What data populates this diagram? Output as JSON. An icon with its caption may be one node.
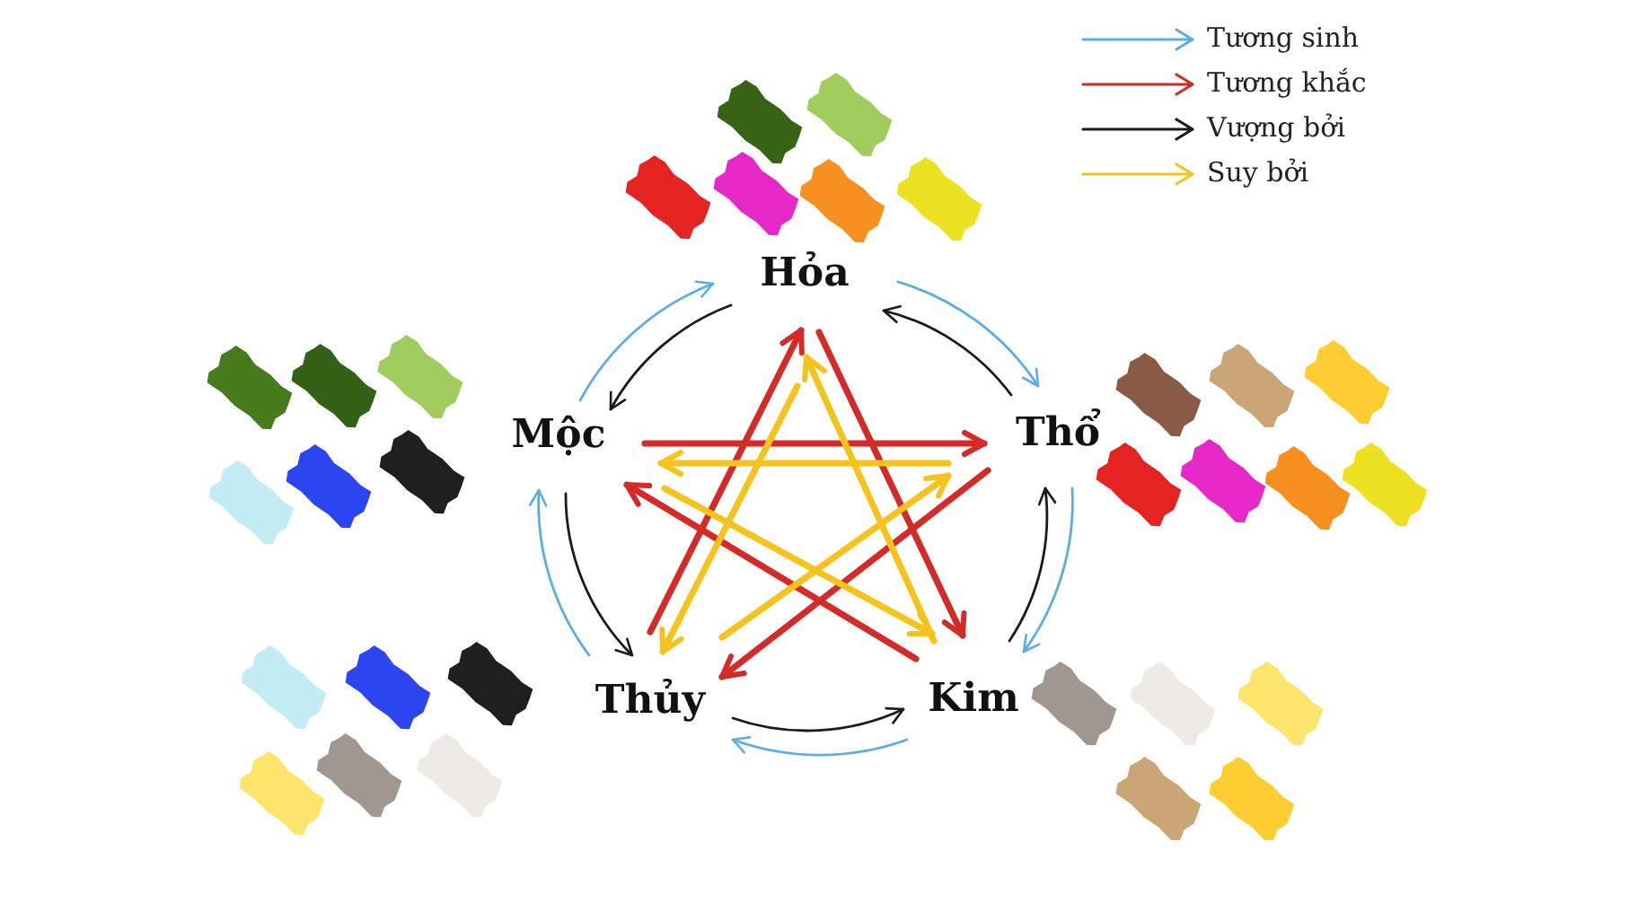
{
  "diagram": {
    "nodes": [
      {
        "text": [
          "Hỏa"
        ]
      },
      {
        "text": [
          "Mộc"
        ]
      },
      {
        "text": [
          "Thổ"
        ]
      },
      {
        "text": [
          "Thủy"
        ]
      },
      {
        "text": [
          "Kim"
        ]
      }
    ],
    "edges": [
      {
        "from": 1,
        "to": 0,
        "arrow": "to",
        "color": "#5aaee3"
      },
      {
        "from": 0,
        "to": 2,
        "arrow": "to",
        "color": "#5aaee3"
      },
      {
        "from": 2,
        "to": 4,
        "arrow": "to",
        "color": "#5aaee3"
      },
      {
        "from": 4,
        "to": 3,
        "arrow": "to",
        "color": "#5aaee3"
      },
      {
        "from": 3,
        "to": 1,
        "arrow": "to",
        "color": "#5aaee3"
      },
      {
        "from": 0,
        "to": 1,
        "arrow": "to",
        "color": "#1b1b1b"
      },
      {
        "from": 2,
        "to": 0,
        "arrow": "to",
        "color": "#1b1b1b"
      },
      {
        "from": 4,
        "to": 2,
        "arrow": "to",
        "color": "#1b1b1b"
      },
      {
        "from": 3,
        "to": 4,
        "arrow": "to",
        "color": "#1b1b1b"
      },
      {
        "from": 1,
        "to": 3,
        "arrow": "to",
        "color": "#1b1b1b"
      },
      {
        "from": 1,
        "to": 2,
        "arrow": "to",
        "style": "thick",
        "color": "#d42a28"
      },
      {
        "from": 2,
        "to": 3,
        "arrow": "to",
        "style": "thick",
        "color": "#d42a28"
      },
      {
        "from": 3,
        "to": 0,
        "arrow": "to",
        "style": "thick",
        "color": "#d42a28"
      },
      {
        "from": 0,
        "to": 4,
        "arrow": "to",
        "style": "thick",
        "color": "#d42a28"
      },
      {
        "from": 4,
        "to": 1,
        "arrow": "to",
        "style": "thick",
        "color": "#d42a28"
      },
      {
        "from": 2,
        "to": 1,
        "arrow": "to",
        "style": "thick",
        "color": "#f5c31c"
      },
      {
        "from": 3,
        "to": 2,
        "arrow": "to",
        "style": "thick",
        "color": "#f5c31c"
      },
      {
        "from": 0,
        "to": 3,
        "arrow": "to",
        "style": "thick",
        "color": "#f5c31c"
      },
      {
        "from": 4,
        "to": 0,
        "arrow": "to",
        "style": "thick",
        "color": "#f5c31c"
      },
      {
        "from": 1,
        "to": 4,
        "arrow": "to",
        "style": "thick",
        "color": "#f5c31c"
      }
    ],
    "legend": [
      {
        "text": "Tương sinh",
        "color": "#5aaee3"
      },
      {
        "text": "Tương khắc",
        "color": "#d42a28"
      },
      {
        "text": "Vượng bởi",
        "color": "#1b1b1b"
      },
      {
        "text": "Suy bởi",
        "color": "#f5c31c"
      }
    ]
  }
}
